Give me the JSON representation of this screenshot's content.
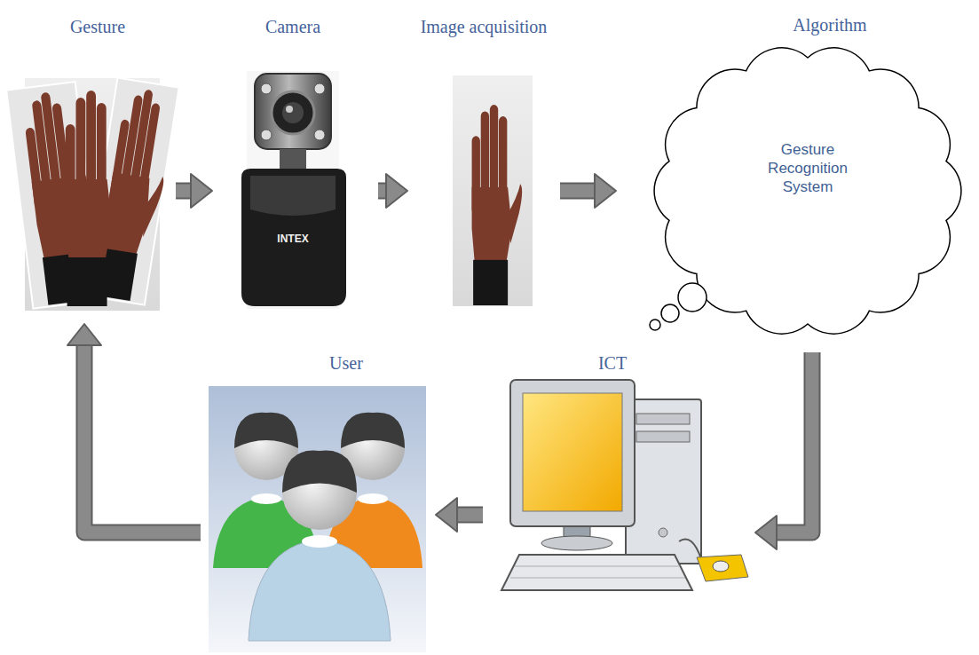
{
  "diagram": {
    "nodes": [
      {
        "text": [
          "Gesture"
        ]
      },
      {
        "text": [
          "Camera"
        ]
      },
      {
        "text": [
          "Image acquisition"
        ]
      },
      {
        "text": [
          "Algorithm",
          "Gesture Recognition System"
        ]
      },
      {
        "text": [
          "User"
        ]
      },
      {
        "text": [
          "ICT"
        ]
      }
    ],
    "edges": [
      {
        "from": 0,
        "to": 1,
        "arrow": "to"
      },
      {
        "from": 1,
        "to": 2,
        "arrow": "to"
      },
      {
        "from": 2,
        "to": 3,
        "arrow": "to"
      },
      {
        "from": 3,
        "to": 5,
        "arrow": "to"
      },
      {
        "from": 5,
        "to": 4,
        "arrow": "to"
      },
      {
        "from": 4,
        "to": 0,
        "arrow": "to"
      }
    ],
    "labels": [
      "INTEX"
    ]
  }
}
